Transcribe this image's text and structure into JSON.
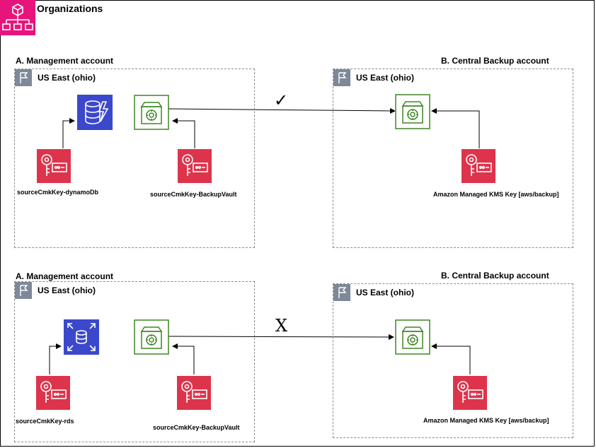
{
  "organization": {
    "title": "Organizations",
    "icon": "organizations-icon"
  },
  "scenarios": [
    {
      "left": {
        "account_title": "A. Management account",
        "region": "US East (ohio)",
        "resource_icon": "dynamodb-icon",
        "resource_key_label": "sourceCmkKey-dynamoDb",
        "vault_icon": "backup-vault-icon",
        "vault_key_label": "sourceCmkKey-BackupVault"
      },
      "right": {
        "account_title": "B. Central Backup account",
        "region": "US East (ohio)",
        "vault_icon": "backup-vault-icon",
        "key_label": "Amazon Managed KMS Key [aws/backup]"
      },
      "copy_status": "✓"
    },
    {
      "left": {
        "account_title": "A. Management account",
        "region": "US East (ohio)",
        "resource_icon": "rds-icon",
        "resource_key_label": "sourceCmkKey-rds",
        "vault_icon": "backup-vault-icon",
        "vault_key_label": "sourceCmkKey-BackupVault"
      },
      "right": {
        "account_title": "B. Central Backup account",
        "region": "US East (ohio)",
        "vault_icon": "backup-vault-icon",
        "key_label": "Amazon Managed KMS Key [aws/backup]"
      },
      "copy_status": "X"
    }
  ],
  "colors": {
    "organization": "#e7157b",
    "kms_key": "#dd344c",
    "backup_vault": "#3f8624",
    "database": "#3b48cc",
    "region_flag": "#7d8998"
  }
}
